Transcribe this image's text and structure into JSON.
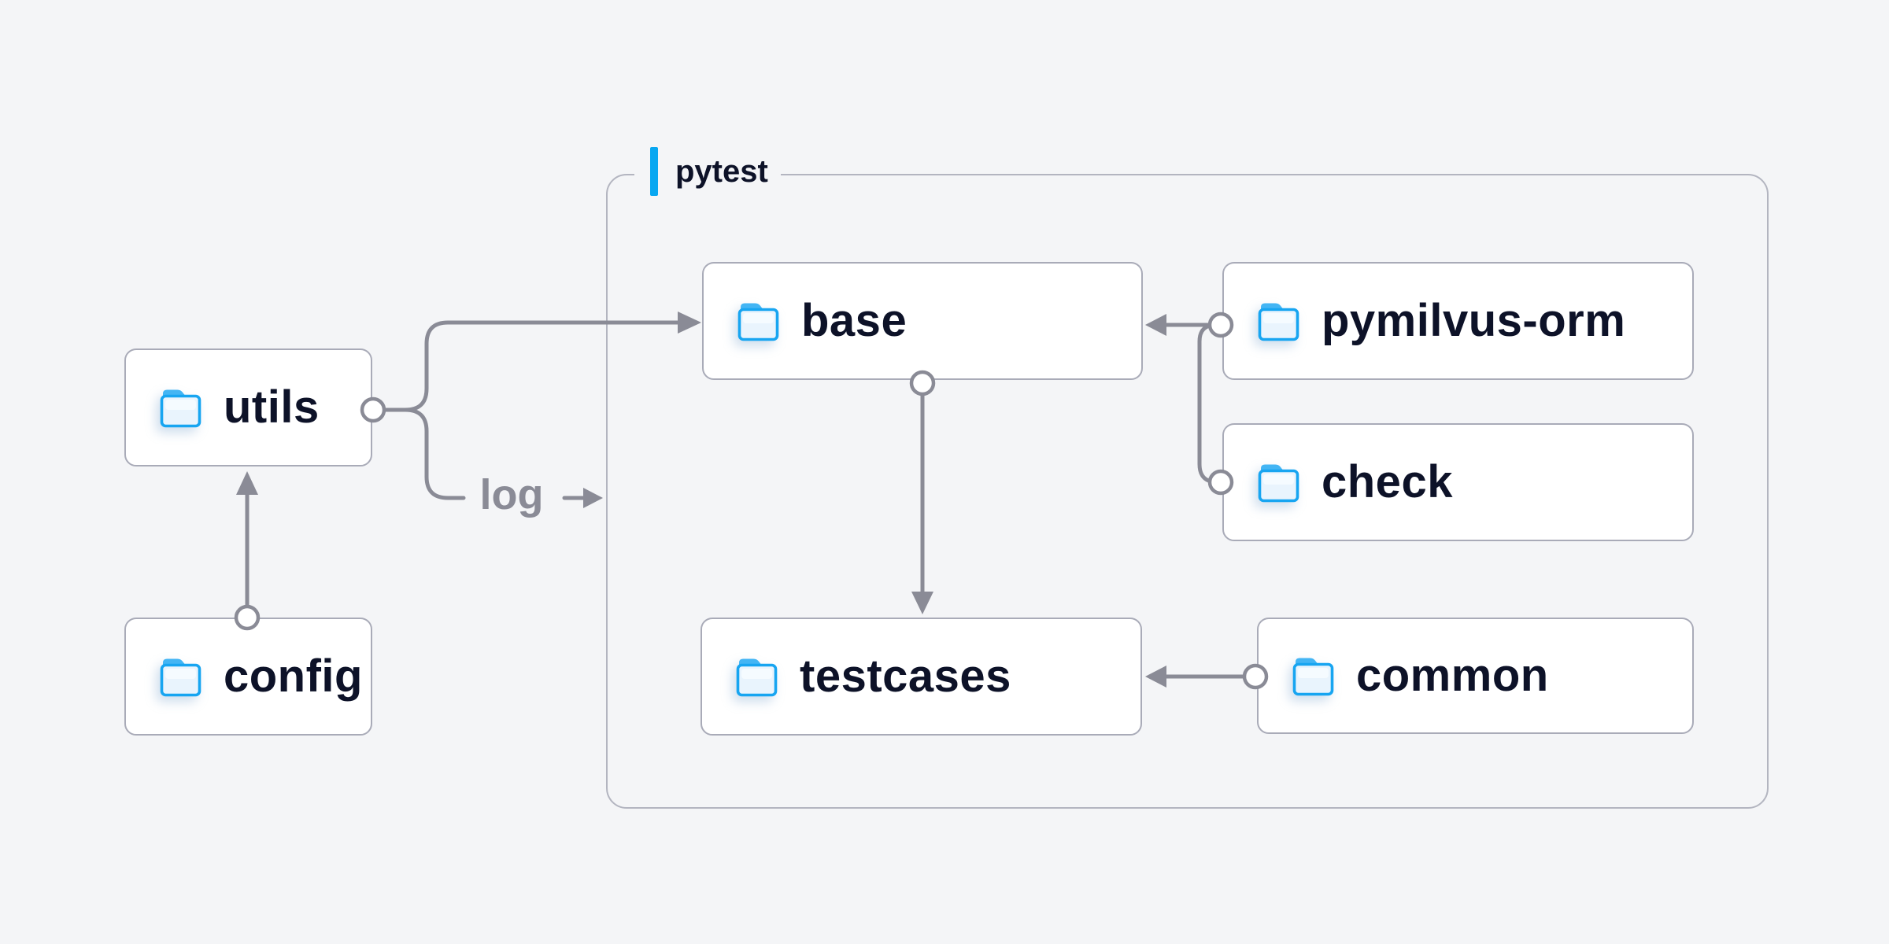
{
  "diagram": {
    "background": "#f4f5f7",
    "group": {
      "label": "pytest"
    },
    "nodes": [
      {
        "id": "utils",
        "label": "utils"
      },
      {
        "id": "config",
        "label": "config"
      },
      {
        "id": "base",
        "label": "base"
      },
      {
        "id": "pymilvus-orm",
        "label": "pymilvus-orm"
      },
      {
        "id": "check",
        "label": "check"
      },
      {
        "id": "testcases",
        "label": "testcases"
      },
      {
        "id": "common",
        "label": "common"
      }
    ],
    "edge_label": "log",
    "edges": [
      {
        "from": "config",
        "to": "utils",
        "style": "arrow"
      },
      {
        "from": "utils",
        "to": "base",
        "style": "arrow"
      },
      {
        "from": "utils",
        "to": "pytest-group",
        "style": "arrow",
        "label": "log"
      },
      {
        "from": "pymilvus-orm",
        "to": "base",
        "style": "arrow"
      },
      {
        "from": "check",
        "to": "base",
        "style": "arrow"
      },
      {
        "from": "base",
        "to": "testcases",
        "style": "arrow"
      },
      {
        "from": "common",
        "to": "testcases",
        "style": "arrow"
      }
    ],
    "colors": {
      "node_fill": "#ffffff",
      "node_border": "#a9abb8",
      "group_border": "#b3b5c0",
      "connector_gray": "#8a8b96",
      "label_text": "#0d1228",
      "log_text": "#8a8b96",
      "accent_blue": "#08a7f1",
      "folder_stroke": "#17a5f1",
      "folder_tab": "#43b5f4",
      "folder_fill": "#e9f4fd"
    }
  }
}
